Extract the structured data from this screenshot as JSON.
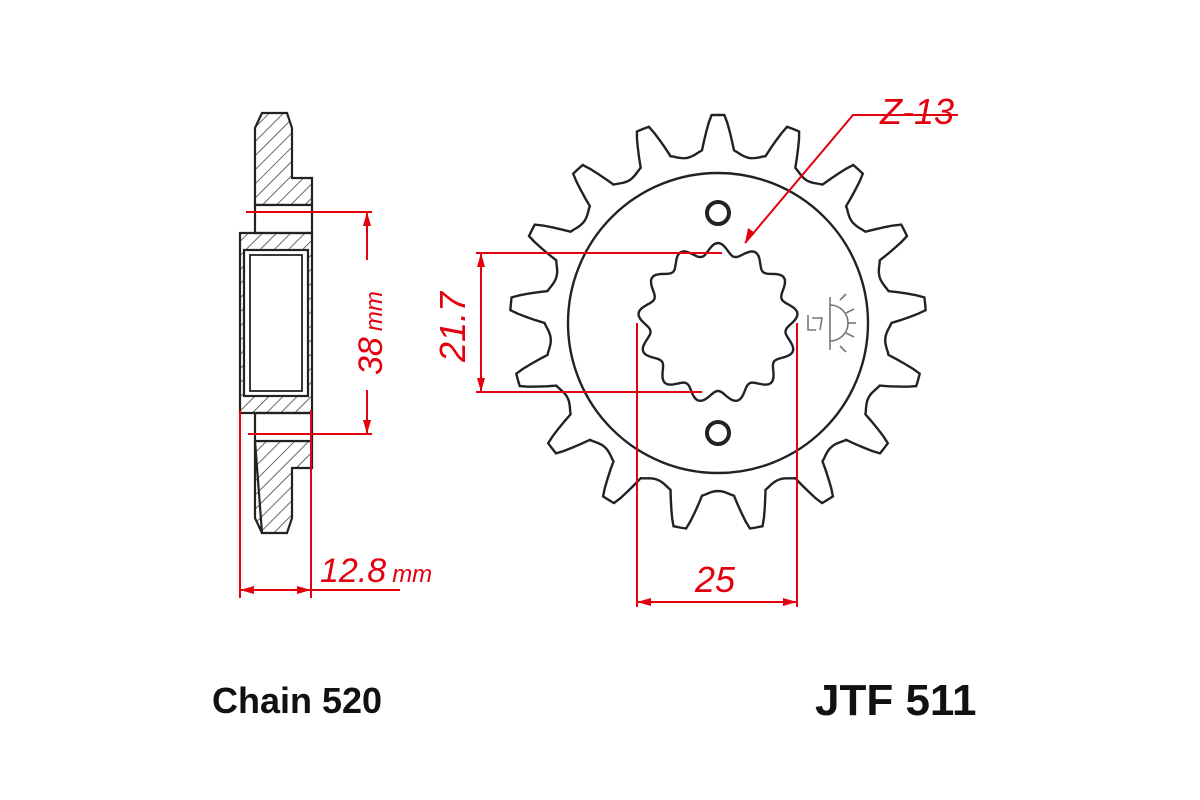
{
  "diagram": {
    "part_number": "JTF 511",
    "chain": "Chain 520",
    "spline_count_label": "Z-13",
    "dimensions": {
      "bore_diameter": "38",
      "bore_unit": "mm",
      "width": "12.8",
      "width_unit": "mm",
      "spline_height": "21.7",
      "spline_width": "25"
    },
    "outer_teeth": 17,
    "colors": {
      "outline": "#222222",
      "dimension": "#e3000f",
      "hatch": "#555555"
    }
  }
}
